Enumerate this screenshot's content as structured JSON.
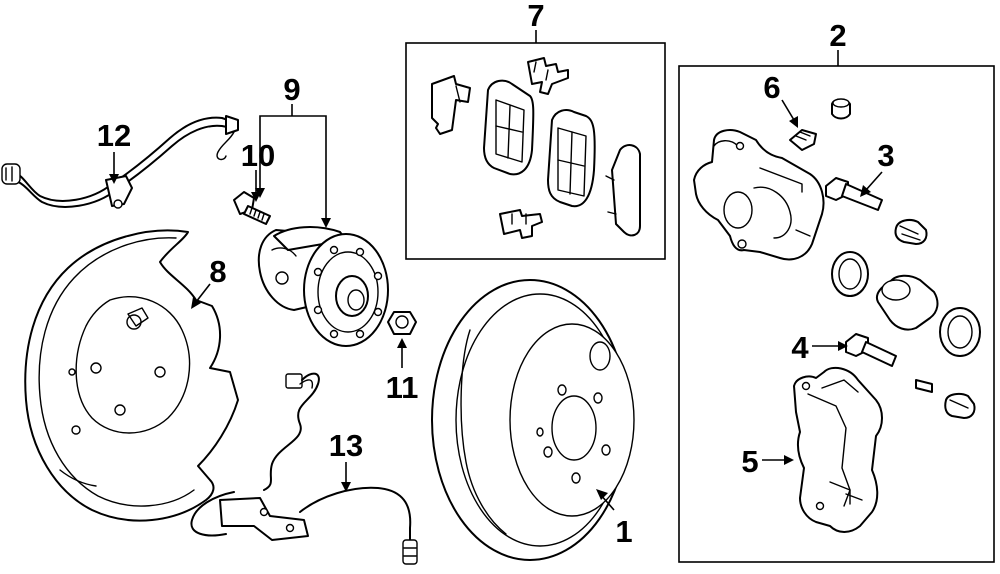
{
  "diagram": {
    "callouts": [
      {
        "id": "c1",
        "text": "1"
      },
      {
        "id": "c2",
        "text": "2"
      },
      {
        "id": "c3",
        "text": "3"
      },
      {
        "id": "c4",
        "text": "4"
      },
      {
        "id": "c5",
        "text": "5"
      },
      {
        "id": "c6",
        "text": "6"
      },
      {
        "id": "c7",
        "text": "7"
      },
      {
        "id": "c8",
        "text": "8"
      },
      {
        "id": "c9",
        "text": "9"
      },
      {
        "id": "c10",
        "text": "10"
      },
      {
        "id": "c11",
        "text": "11"
      },
      {
        "id": "c12",
        "text": "12"
      },
      {
        "id": "c13",
        "text": "13"
      }
    ]
  }
}
